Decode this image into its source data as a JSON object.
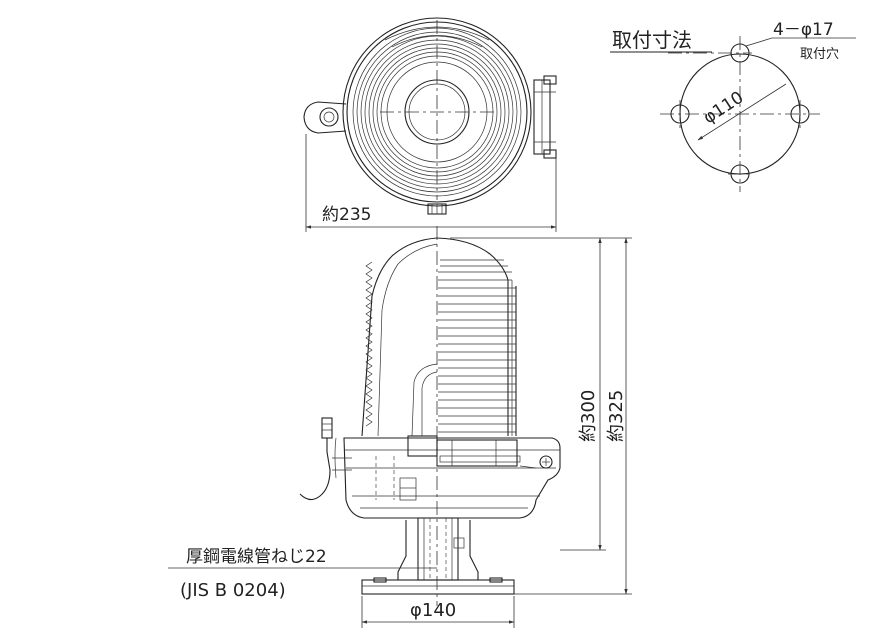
{
  "mounting": {
    "title": "取付寸法",
    "holes_label": "4－φ17",
    "holes_sublabel": "取付穴",
    "pcd_label": "φ110"
  },
  "dimensions": {
    "top_width": "約235",
    "height_300": "約300",
    "height_325": "約325",
    "base_diameter": "φ140"
  },
  "notes": {
    "thread": "厚鋼電線管ねじ22",
    "standard": "(JIS  B  0204)"
  }
}
